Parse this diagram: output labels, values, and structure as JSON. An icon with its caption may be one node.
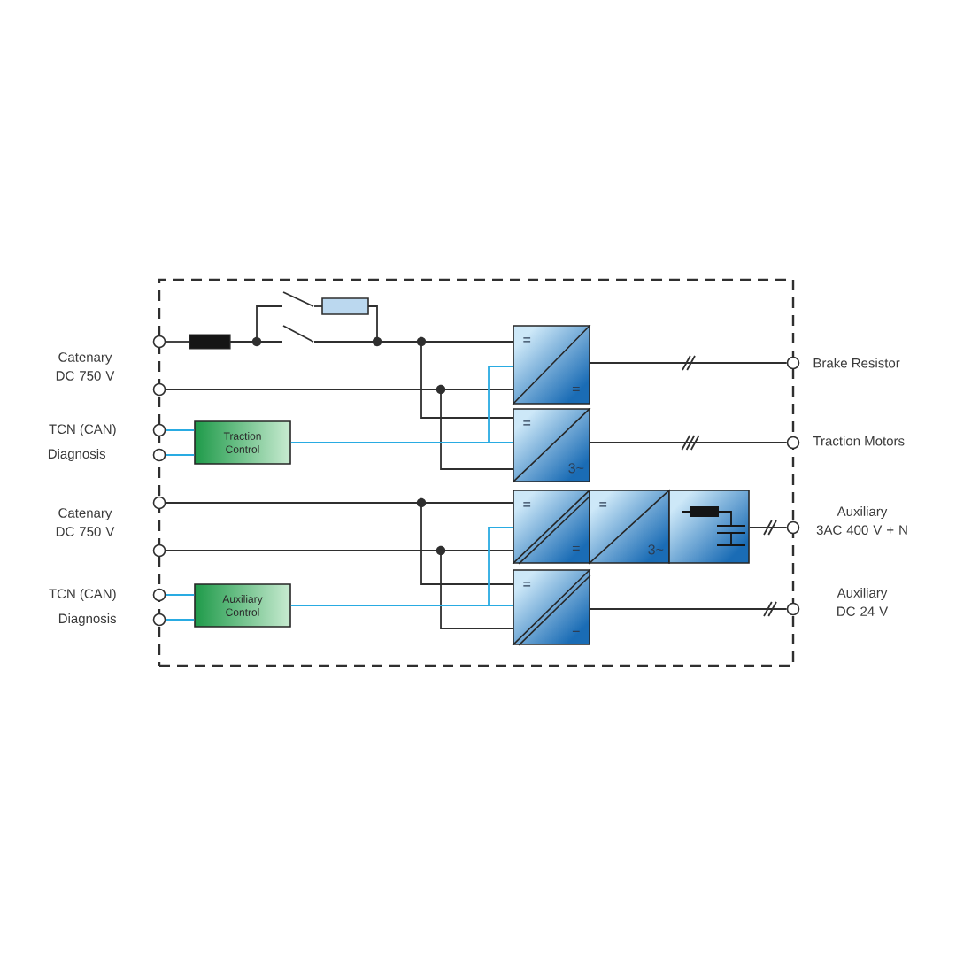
{
  "diagram": {
    "nodes": [
      {
        "text": [],
        "shape": "box"
      },
      {
        "text": [],
        "shape": "circle"
      },
      {
        "text": [],
        "shape": "box",
        "in": 0
      },
      {
        "text": [],
        "shape": "switch",
        "in": 0
      },
      {
        "text": [],
        "shape": "box",
        "in": 0
      },
      {
        "text": [],
        "shape": "switch",
        "in": 0
      },
      {
        "text": [],
        "shape": "circle"
      },
      {
        "text": [],
        "shape": "circle",
        "beside": [
          "TCN (CAN)"
        ]
      },
      {
        "text": [],
        "shape": "circle",
        "beside": [
          "Diagnosis"
        ]
      },
      {
        "text": [
          "Traction Control"
        ],
        "in": 0
      },
      {
        "text": [
          "=",
          "="
        ],
        "in": 0
      },
      {
        "text": [
          "=",
          "3~"
        ],
        "in": 0
      },
      {
        "text": [],
        "shape": "circle",
        "beside": [
          "Brake Resistor"
        ]
      },
      {
        "text": [],
        "shape": "circle",
        "beside": [
          "Traction Motors"
        ]
      },
      {
        "text": [],
        "shape": "circle"
      },
      {
        "text": [],
        "shape": "circle"
      },
      {
        "text": [],
        "shape": "circle",
        "beside": [
          "TCN (CAN)"
        ]
      },
      {
        "text": [],
        "shape": "circle",
        "beside": [
          "Diagnosis"
        ]
      },
      {
        "text": [
          "Auxiliary Control"
        ],
        "in": 0
      },
      {
        "text": [
          "=",
          "="
        ],
        "in": 0
      },
      {
        "text": [
          "=",
          "3~"
        ],
        "in": 0
      },
      {
        "text": [],
        "shape": "box",
        "in": 0
      },
      {
        "text": [],
        "shape": "circle",
        "beside": [
          "Auxiliary 3AC 400 V + N"
        ]
      },
      {
        "text": [
          "=",
          "="
        ],
        "in": 0
      },
      {
        "text": [],
        "shape": "circle",
        "beside": [
          "Auxiliary DC 24 V"
        ]
      }
    ],
    "edges": [
      {
        "from": 1,
        "to": 2,
        "arrow": "none"
      },
      {
        "from": 2,
        "to": 5,
        "arrow": "none"
      },
      {
        "from": 2,
        "to": 3,
        "arrow": "none"
      },
      {
        "from": 3,
        "to": 4,
        "arrow": "none"
      },
      {
        "from": 4,
        "to": 10,
        "arrow": "none"
      },
      {
        "from": 4,
        "to": 11,
        "arrow": "none"
      },
      {
        "from": 5,
        "to": 10,
        "arrow": "none"
      },
      {
        "from": 5,
        "to": 11,
        "arrow": "none"
      },
      {
        "from": 6,
        "to": 10,
        "arrow": "none"
      },
      {
        "from": 6,
        "to": 11,
        "arrow": "none"
      },
      {
        "from": 7,
        "to": 9,
        "arrow": "none",
        "color": "#29abe2"
      },
      {
        "from": 8,
        "to": 9,
        "arrow": "none",
        "color": "#29abe2"
      },
      {
        "from": 9,
        "to": 10,
        "arrow": "none",
        "color": "#29abe2"
      },
      {
        "from": 9,
        "to": 11,
        "arrow": "none",
        "color": "#29abe2"
      },
      {
        "from": 10,
        "to": 12,
        "arrow": "none"
      },
      {
        "from": 11,
        "to": 13,
        "arrow": "none"
      },
      {
        "from": 14,
        "to": 19,
        "arrow": "none"
      },
      {
        "from": 14,
        "to": 23,
        "arrow": "none"
      },
      {
        "from": 15,
        "to": 19,
        "arrow": "none"
      },
      {
        "from": 15,
        "to": 23,
        "arrow": "none"
      },
      {
        "from": 16,
        "to": 18,
        "arrow": "none",
        "color": "#29abe2"
      },
      {
        "from": 17,
        "to": 18,
        "arrow": "none",
        "color": "#29abe2"
      },
      {
        "from": 18,
        "to": 19,
        "arrow": "none",
        "color": "#29abe2"
      },
      {
        "from": 18,
        "to": 23,
        "arrow": "none",
        "color": "#29abe2"
      },
      {
        "from": 21,
        "to": 22,
        "arrow": "none"
      },
      {
        "from": 23,
        "to": 24,
        "arrow": "none"
      }
    ],
    "labels": [
      "Catenary DC 750 V",
      "Catenary DC 750 V"
    ]
  }
}
